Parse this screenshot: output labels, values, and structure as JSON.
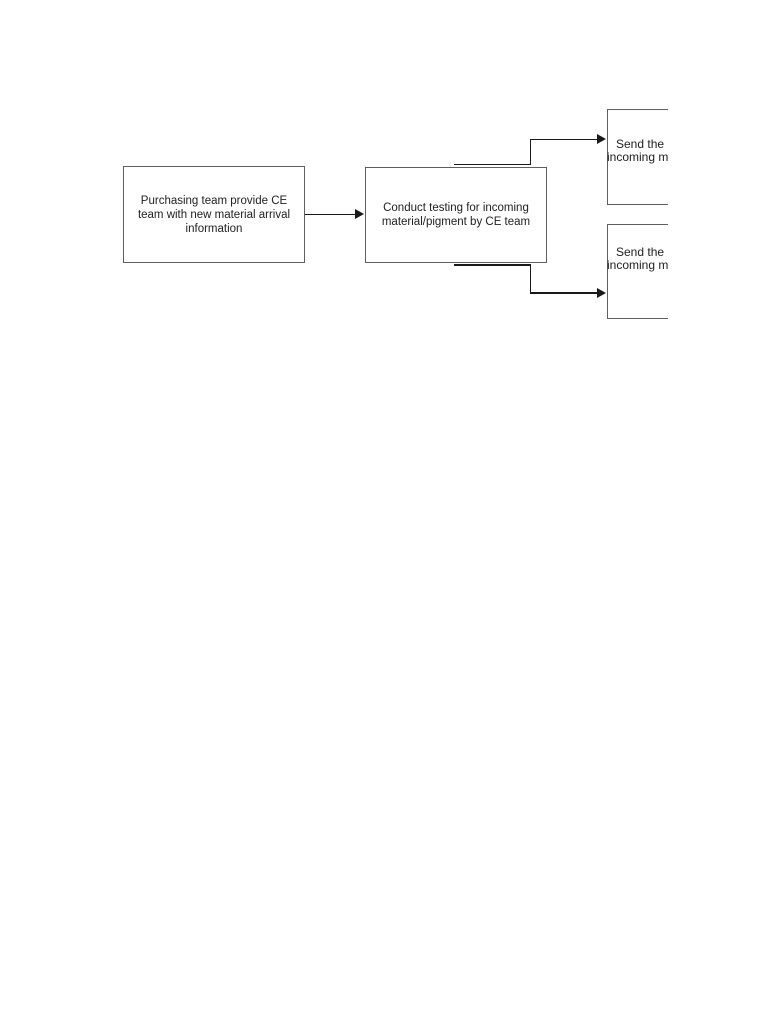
{
  "colors": {
    "page_background": "#ffffff",
    "box_fill": "#ffffff",
    "box_border": "#5f5f5f",
    "connector": "#1a1a1a",
    "text": "#212121"
  },
  "flowchart": {
    "nodes": [
      {
        "id": "purchasing-info",
        "lines": [
          "Purchasing team provide CE",
          "team with new material arrival",
          "information"
        ]
      },
      {
        "id": "conduct-testing",
        "lines": [
          "Conduct testing for incoming",
          "material/pigment by CE team"
        ]
      },
      {
        "id": "send-top",
        "lines": [
          "Send the",
          "incoming m"
        ]
      },
      {
        "id": "send-bottom",
        "lines": [
          "Send the",
          "incoming m"
        ]
      }
    ],
    "connections": [
      {
        "from": "purchasing-info",
        "to": "conduct-testing"
      },
      {
        "from": "conduct-testing",
        "to": "send-top"
      },
      {
        "from": "conduct-testing",
        "to": "send-bottom"
      }
    ]
  }
}
